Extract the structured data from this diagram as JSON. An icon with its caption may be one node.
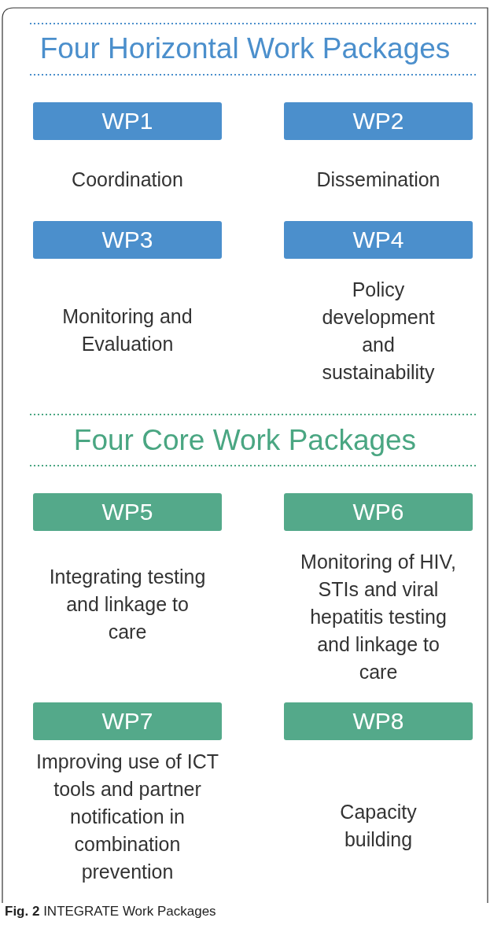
{
  "diagram": {
    "caption": "**Fig. 2** INTEGRATE Work Packages",
    "nodes": [
      {
        "text": [
          "WP1",
          "Coordination"
        ]
      },
      {
        "text": [
          "WP2",
          "Dissemination"
        ]
      },
      {
        "text": [
          "WP3",
          "Monitoring and Evaluation"
        ]
      },
      {
        "text": [
          "WP4",
          "Policy development and sustainability"
        ]
      },
      {
        "text": [
          "WP5",
          "Integrating testing and linkage to care"
        ]
      },
      {
        "text": [
          "WP6",
          "Monitoring of HIV, STIs and viral hepatitis testing and linkage to care"
        ]
      },
      {
        "text": [
          "WP7",
          "Improving use of ICT tools and partner notification in combination prevention"
        ]
      },
      {
        "text": [
          "WP8",
          "Capacity building"
        ]
      }
    ],
    "labels": [
      "Four Horizontal Work Packages",
      "Four Core Work Packages"
    ]
  }
}
